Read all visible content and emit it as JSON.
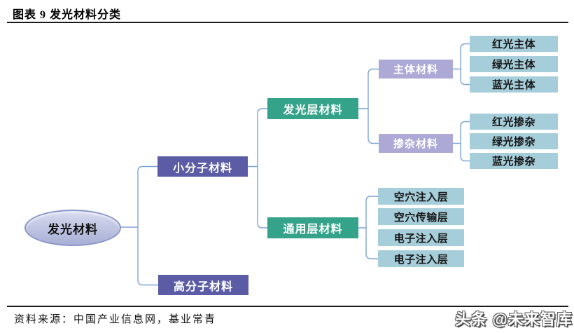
{
  "header": {
    "title": "图表 9 发光材料分类"
  },
  "footer": {
    "source": "资料来源：中国产业信息网，基业常青",
    "watermark": "头条 @未来智库"
  },
  "colors": {
    "accent-dark-purple": "#5B5CA5",
    "accent-light-purple": "#ACA9D6",
    "accent-green": "#35A28A",
    "accent-light-blue": "#A6CEDA",
    "connector": "#7EA4D6",
    "ellipse-top": "#D8DCF0",
    "ellipse-bottom": "#A7AFD4",
    "ellipse-border": "#8A96C8"
  },
  "tree": {
    "root": {
      "label": "发光材料",
      "children": [
        {
          "label": "小分子材料",
          "children": [
            {
              "label": "发光层材料",
              "children": [
                {
                  "label": "主体材料",
                  "children": [
                    {
                      "label": "红光主体"
                    },
                    {
                      "label": "绿光主体"
                    },
                    {
                      "label": "蓝光主体"
                    }
                  ]
                },
                {
                  "label": "掺杂材料",
                  "children": [
                    {
                      "label": "红光掺杂"
                    },
                    {
                      "label": "绿光掺杂"
                    },
                    {
                      "label": "蓝光掺杂"
                    }
                  ]
                }
              ]
            },
            {
              "label": "通用层材料",
              "children": [
                {
                  "label": "空穴注入层"
                },
                {
                  "label": "空穴传输层"
                },
                {
                  "label": "电子注入层"
                },
                {
                  "label": "电子注入层"
                }
              ]
            }
          ]
        },
        {
          "label": "高分子材料",
          "children": []
        }
      ]
    }
  }
}
